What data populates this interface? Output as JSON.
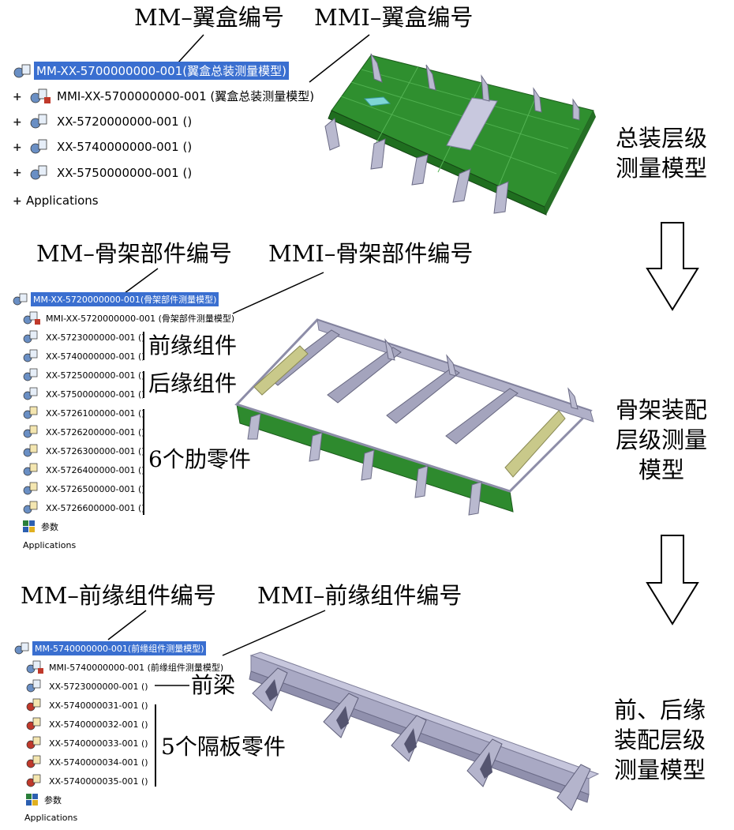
{
  "section1": {
    "callout_mm": "MM–翼盒编号",
    "callout_mmi": "MMI–翼盒编号",
    "tree": [
      {
        "label": "MM-XX-5700000000-001(翼盒总装测量模型)",
        "selected": true,
        "icon": "product-icon"
      },
      {
        "label": "MMI-XX-5700000000-001 (翼盒总装测量模型)",
        "icon": "measurement-product-icon"
      },
      {
        "label": "XX-5720000000-001 ()",
        "icon": "product-icon"
      },
      {
        "label": "XX-5740000000-001 ()",
        "icon": "product-icon"
      },
      {
        "label": "XX-5750000000-001 ()",
        "icon": "product-icon"
      },
      {
        "label": "Applications",
        "icon": "none"
      }
    ],
    "side_label": [
      "总装层级",
      "测量模型"
    ]
  },
  "section2": {
    "callout_mm": "MM–骨架部件编号",
    "callout_mmi": "MMI–骨架部件编号",
    "tree": [
      {
        "label": "MM-XX-5720000000-001(骨架部件测量模型)",
        "selected": true,
        "icon": "product-icon"
      },
      {
        "label": "MMI-XX-5720000000-001 (骨架部件测量模型)",
        "icon": "measurement-product-icon"
      },
      {
        "label": "XX-5723000000-001 ()",
        "icon": "product-icon"
      },
      {
        "label": "XX-5740000000-001 ()",
        "icon": "product-icon"
      },
      {
        "label": "XX-5725000000-001 ()",
        "icon": "product-icon"
      },
      {
        "label": "XX-5750000000-001 ()",
        "icon": "product-icon"
      },
      {
        "label": "XX-5726100000-001 ()",
        "icon": "part-icon"
      },
      {
        "label": "XX-5726200000-001 ()",
        "icon": "part-icon"
      },
      {
        "label": "XX-5726300000-001 ()",
        "icon": "part-icon"
      },
      {
        "label": "XX-5726400000-001 ()",
        "icon": "part-icon"
      },
      {
        "label": "XX-5726500000-001 ()",
        "icon": "part-icon"
      },
      {
        "label": "XX-5726600000-001 ()",
        "icon": "part-icon"
      },
      {
        "label": "参数",
        "icon": "parameters-icon"
      },
      {
        "label": "Applications",
        "icon": "none"
      }
    ],
    "group_front": "前缘组件",
    "group_rear": "后缘组件",
    "group_ribs": "6个肋零件",
    "side_label": [
      "骨架装配",
      "层级测量",
      "模型"
    ]
  },
  "section3": {
    "callout_mm": "MM–前缘组件编号",
    "callout_mmi": "MMI–前缘组件编号",
    "tree": [
      {
        "label": "MM-5740000000-001(前缘组件测量模型)",
        "selected": true,
        "icon": "product-icon"
      },
      {
        "label": "MMI-5740000000-001 (前缘组件测量模型)",
        "icon": "measurement-product-icon"
      },
      {
        "label": "XX-5723000000-001 ()",
        "icon": "product-icon"
      },
      {
        "label": "XX-5740000031-001 ()",
        "icon": "part-icon"
      },
      {
        "label": "XX-5740000032-001 ()",
        "icon": "part-icon"
      },
      {
        "label": "XX-5740000033-001 ()",
        "icon": "part-icon"
      },
      {
        "label": "XX-5740000034-001 ()",
        "icon": "part-icon"
      },
      {
        "label": "XX-5740000035-001 ()",
        "icon": "part-icon"
      },
      {
        "label": "参数",
        "icon": "parameters-icon"
      },
      {
        "label": "Applications",
        "icon": "none"
      }
    ],
    "front_spar": "前梁",
    "group_partitions": "5个隔板零件",
    "side_label": [
      "前、后缘",
      "装配层级",
      "测量模型"
    ]
  },
  "colors": {
    "selection": "#3a6fd0",
    "wingbox_green": "#2a8a2a",
    "frame_grey": "#a9a9c4",
    "arrow": "#000000"
  }
}
